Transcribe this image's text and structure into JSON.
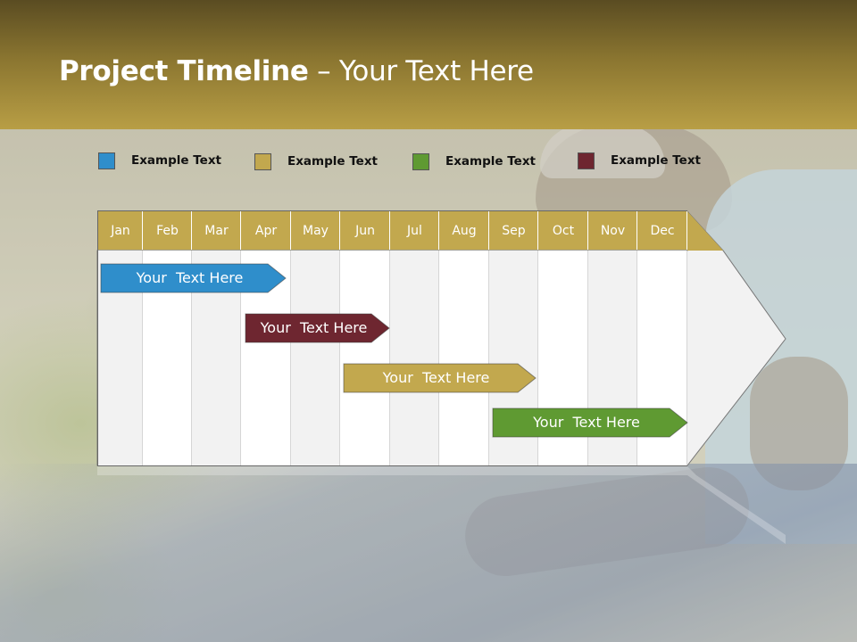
{
  "header": {
    "title_bold": "Project Timeline",
    "title_rest": " – Your Text Here"
  },
  "legend": [
    {
      "label": "Example Text",
      "color": "#2f8ecb"
    },
    {
      "label": "Example Text",
      "color": "#c2a84e"
    },
    {
      "label": "Example Text",
      "color": "#5f9a32"
    },
    {
      "label": "Example Text",
      "color": "#6e2630"
    }
  ],
  "timeline": {
    "months": [
      "Jan",
      "Feb",
      "Mar",
      "Apr",
      "May",
      "Jun",
      "Jul",
      "Aug",
      "Sep",
      "Oct",
      "Nov",
      "Dec"
    ],
    "tasks": [
      {
        "label": "Your  Text Here",
        "start_month": 1.0,
        "end_month": 4.0,
        "color": "#2f8ecb"
      },
      {
        "label": "Your  Text Here",
        "start_month": 4.0,
        "end_month": 6.0,
        "color": "#6e2630"
      },
      {
        "label": "Your  Text Here",
        "start_month": 6.0,
        "end_month": 9.0,
        "color": "#c2a84e"
      },
      {
        "label": "Your  Text Here",
        "start_month": 9.0,
        "end_month": 12.0,
        "color": "#5f9a32"
      }
    ]
  }
}
